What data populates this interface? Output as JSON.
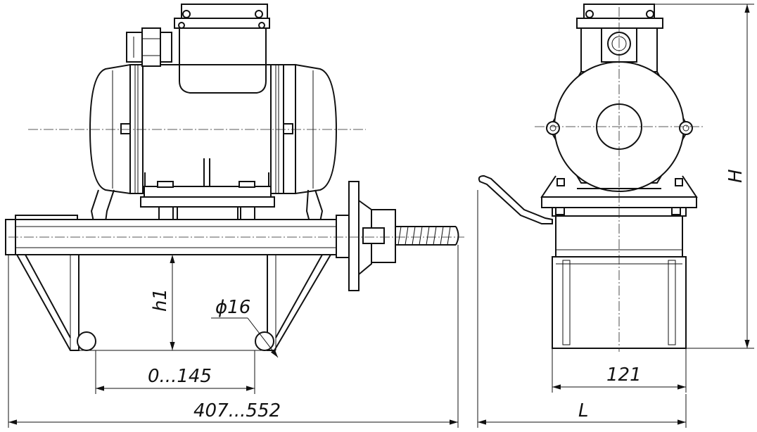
{
  "dimensions": {
    "overall_length": "407...552",
    "adjust_range": "0...145",
    "height_h1": "h1",
    "hole_diameter": "ϕ16",
    "base_width": "121",
    "length_L": "L",
    "height_H": "H"
  }
}
